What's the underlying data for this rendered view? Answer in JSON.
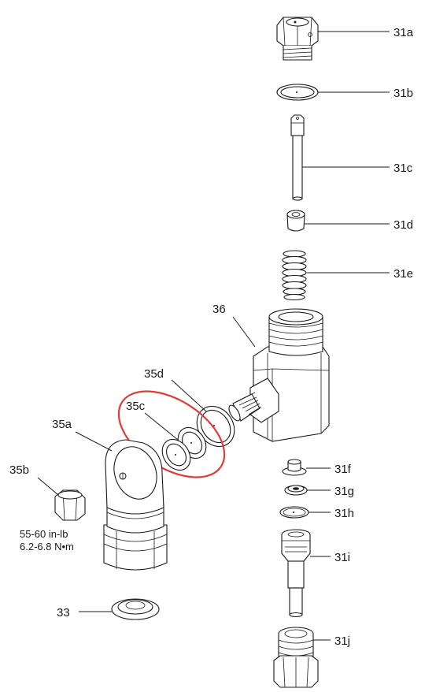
{
  "labels": {
    "l31a": "31a",
    "l31b": "31b",
    "l31c": "31c",
    "l31d": "31d",
    "l31e": "31e",
    "l36": "36",
    "l35d": "35d",
    "l35c": "35c",
    "l35a": "35a",
    "l35b": "35b",
    "l31f": "31f",
    "l31g": "31g",
    "l31h": "31h",
    "l31i": "31i",
    "l33": "33",
    "l31j": "31j"
  },
  "torque_spec": {
    "line1": "55-60 in-lb",
    "line2": "6.2-6.8 N•m"
  },
  "colors": {
    "highlight": "#e03a3a",
    "ink": "#1a1a1a"
  }
}
